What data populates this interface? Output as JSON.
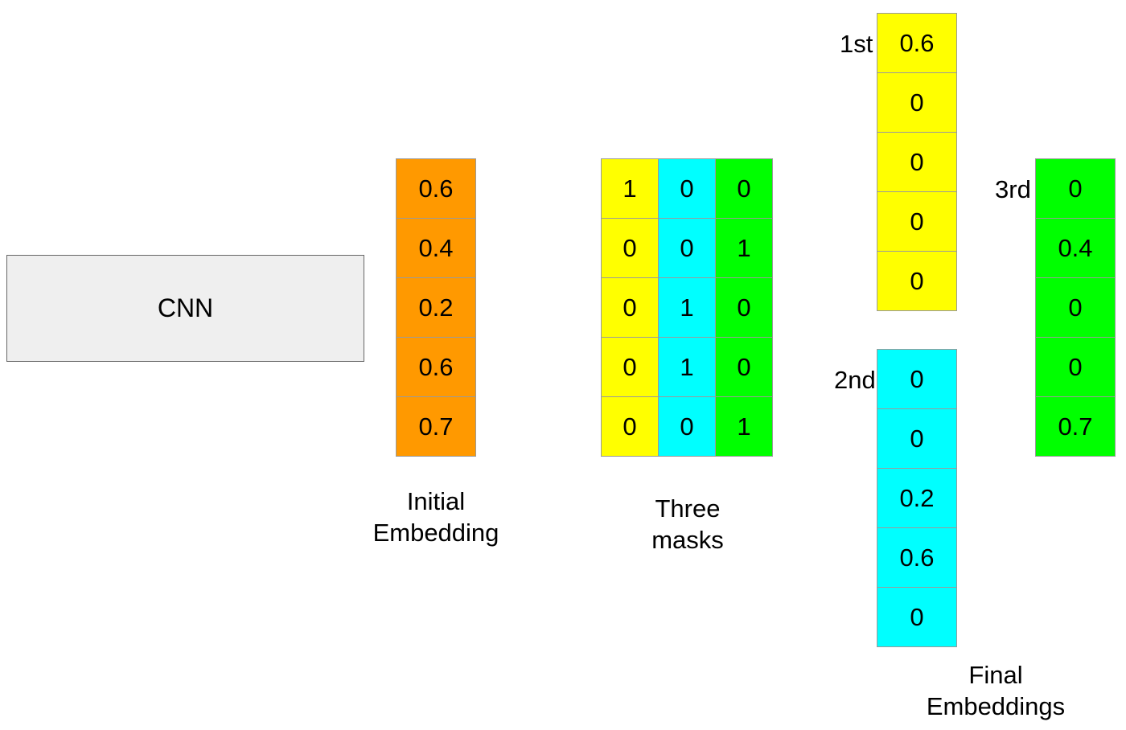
{
  "cnn": {
    "label": "CNN"
  },
  "initial_embedding": {
    "color": "#ff9900",
    "values": [
      "0.6",
      "0.4",
      "0.2",
      "0.6",
      "0.7"
    ],
    "caption_line1": "Initial",
    "caption_line2": "Embedding"
  },
  "masks": {
    "columns": [
      {
        "color": "#ffff00",
        "values": [
          "1",
          "0",
          "0",
          "0",
          "0"
        ]
      },
      {
        "color": "#00ffff",
        "values": [
          "0",
          "0",
          "1",
          "1",
          "0"
        ]
      },
      {
        "color": "#00ff00",
        "values": [
          "0",
          "1",
          "0",
          "0",
          "1"
        ]
      }
    ],
    "caption_line1": "Three",
    "caption_line2": "masks"
  },
  "final": {
    "first": {
      "tag": "1st",
      "color": "#ffff00",
      "values": [
        "0.6",
        "0",
        "0",
        "0",
        "0"
      ]
    },
    "second": {
      "tag": "2nd",
      "color": "#00ffff",
      "values": [
        "0",
        "0",
        "0.2",
        "0.6",
        "0"
      ]
    },
    "third": {
      "tag": "3rd",
      "color": "#00ff00",
      "values": [
        "0",
        "0.4",
        "0",
        "0",
        "0.7"
      ]
    },
    "caption_line1": "Final",
    "caption_line2": "Embeddings"
  }
}
